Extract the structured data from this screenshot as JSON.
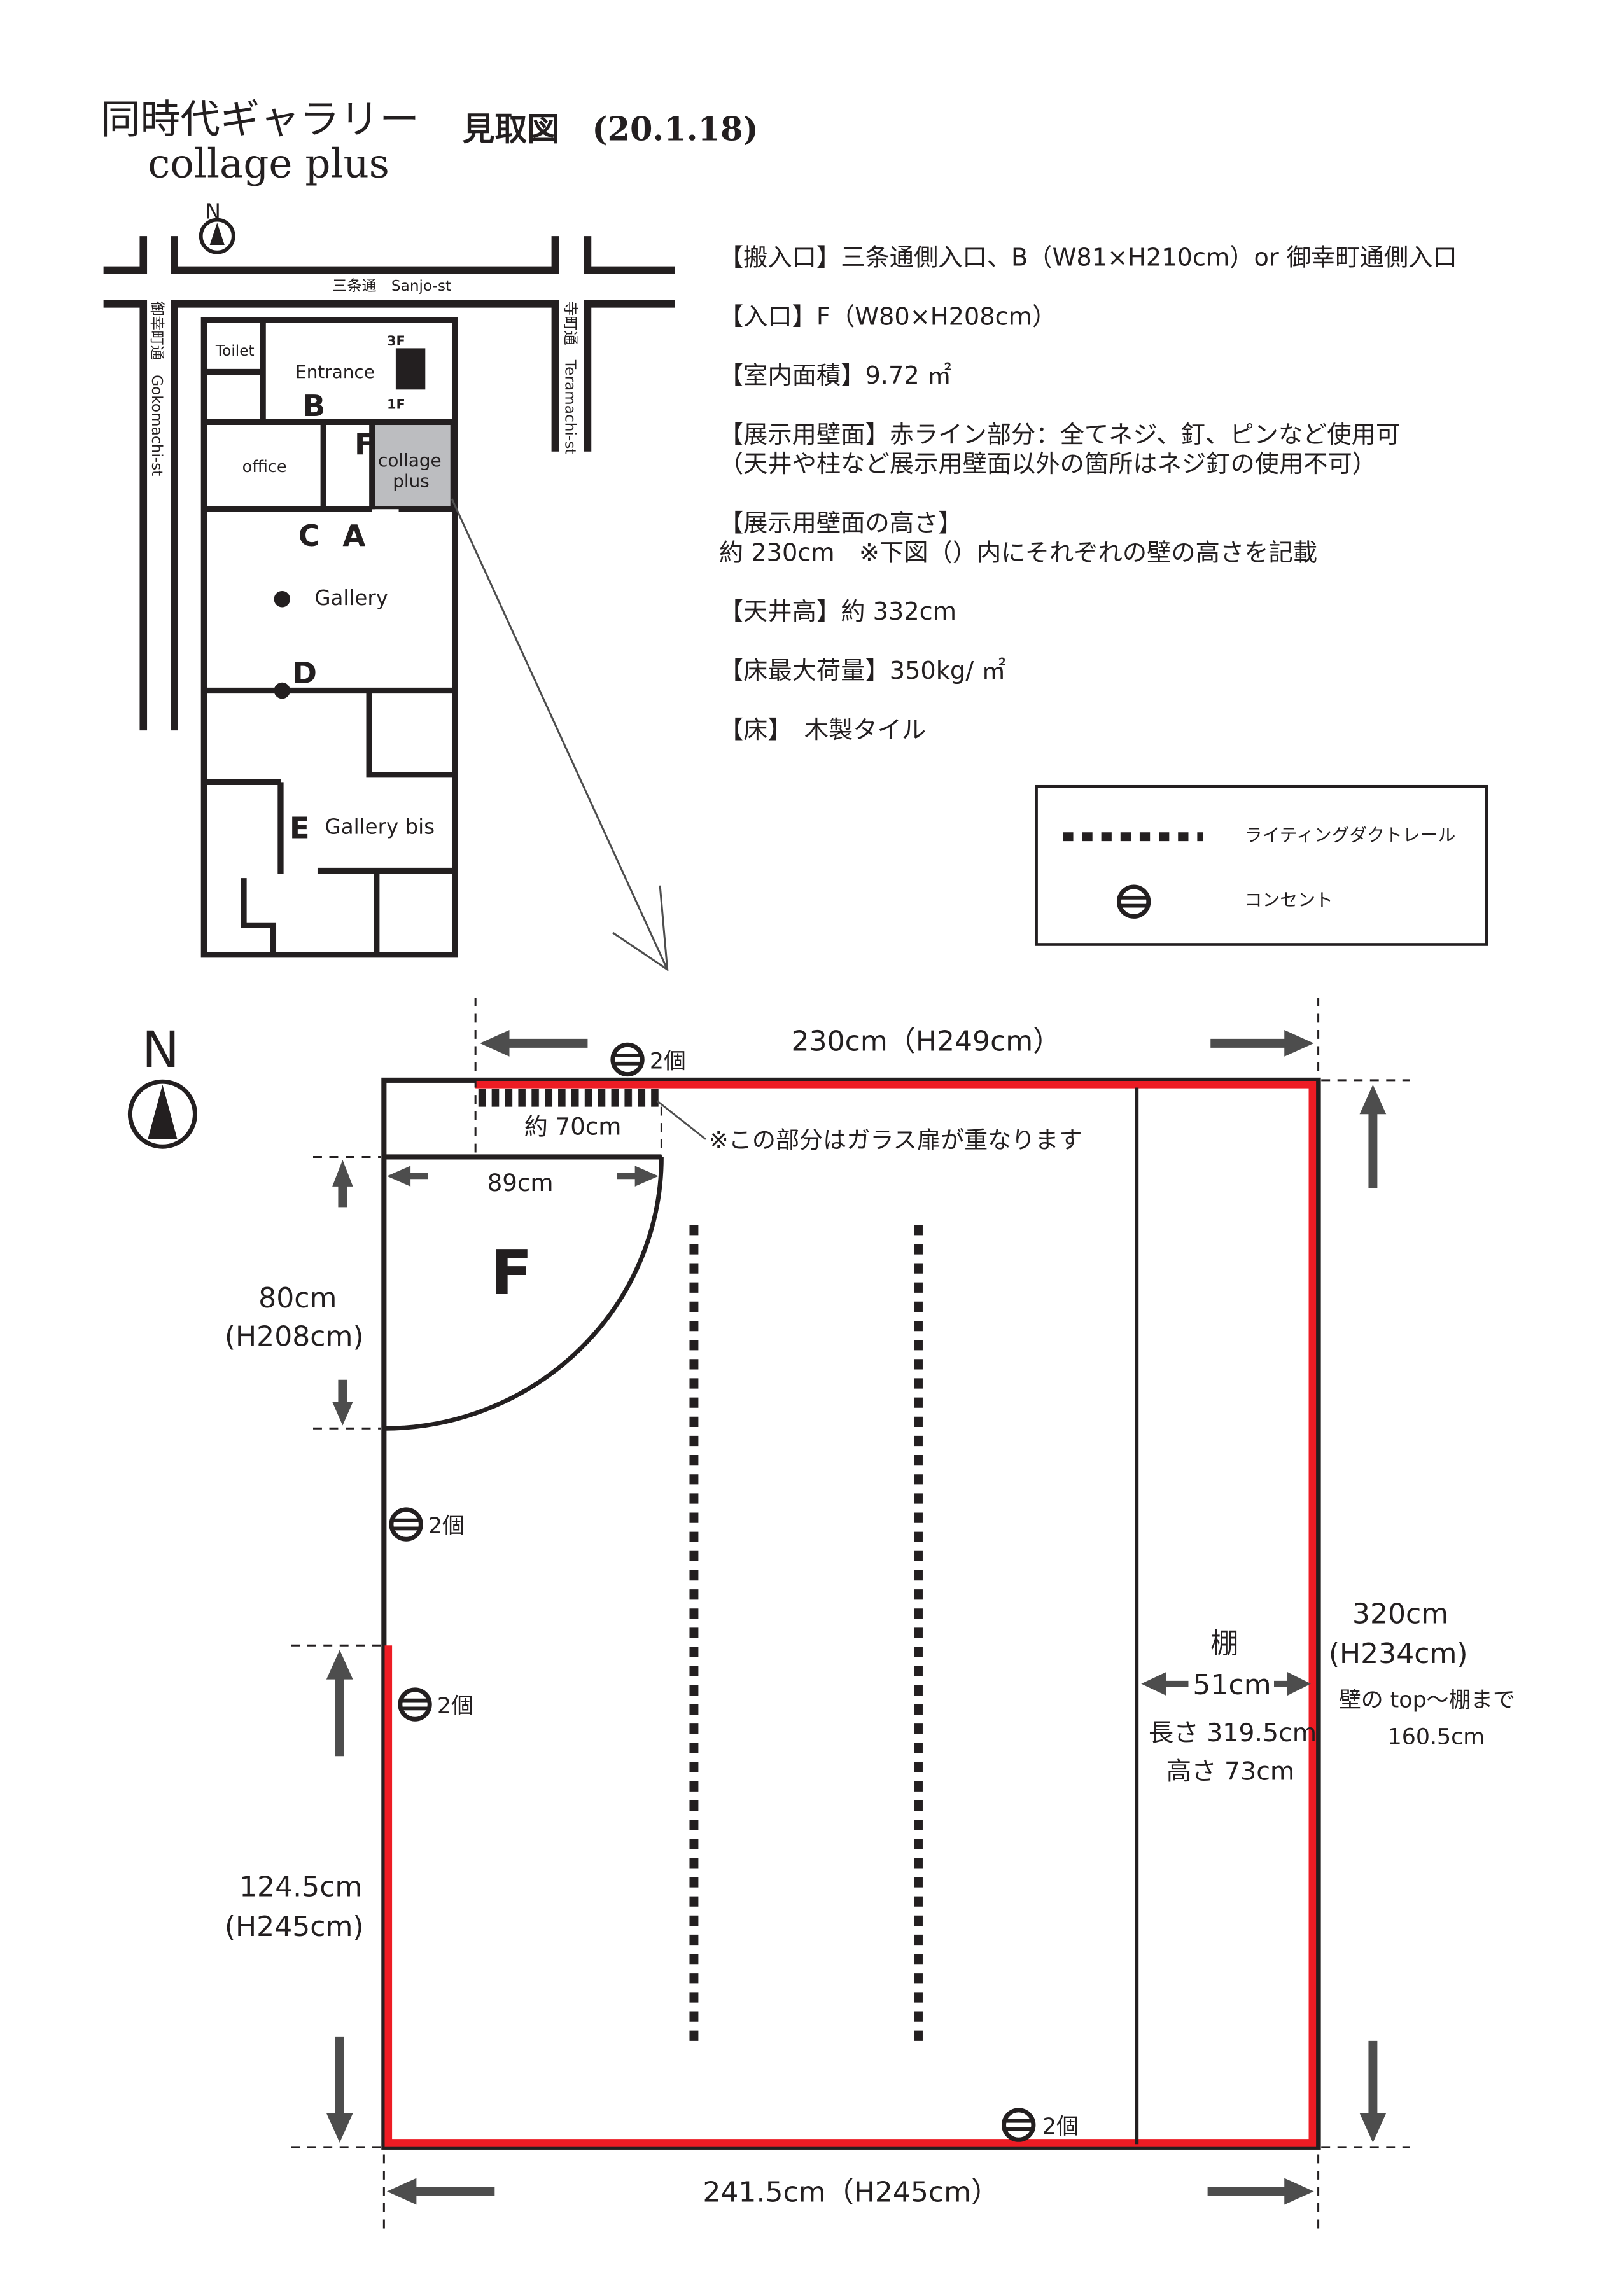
{
  "header": {
    "gallery_name": "同時代ギャラリー",
    "space_name": "collage plus",
    "doc_title": "見取図　(20.1.18)"
  },
  "site_map": {
    "north": "N",
    "street_top": "三条通　Sanjo-st",
    "street_left": "御幸町通　Gokomachi-st",
    "street_right": "寺町通　Teramachi-st",
    "rooms": {
      "toilet": "Toilet",
      "entrance": "Entrance",
      "office": "office",
      "collage_plus_1": "collage",
      "collage_plus_2": "plus",
      "gallery": "Gallery",
      "gallery_bis": "Gallery bis",
      "floor3": "3F",
      "floor1": "1F"
    },
    "doors": {
      "a": "A",
      "b": "B",
      "c": "C",
      "d": "D",
      "e": "E",
      "f": "F"
    }
  },
  "info": {
    "loading": "【搬入口】三条通側入口、B（W81×H210cm）or 御幸町通側入口",
    "entrance": "【入口】F（W80×H208cm）",
    "area": "【室内面積】9.72 ㎡",
    "wall_1": "【展示用壁面】赤ライン部分：全てネジ、釘、ピンなど使用可",
    "wall_2": "（天井や柱など展示用壁面以外の箇所はネジ釘の使用不可）",
    "wall_height_1": "【展示用壁面の高さ】",
    "wall_height_2": "約 230cm　※下図（）内にそれぞれの壁の高さを記載",
    "ceiling": "【天井高】約 332cm",
    "floor_load": "【床最大荷量】350kg/ ㎡",
    "floor": "【床】　木製タイル"
  },
  "legend": {
    "track": "ライティングダクトレール",
    "outlet": "コンセント"
  },
  "plan": {
    "north": "N",
    "top_dim": "230cm（H249cm）",
    "bottom_dim": "241.5cm（H245cm）",
    "right_dim_1": "320cm",
    "right_dim_2": "(H234cm)",
    "right_note_1": "壁の top〜棚まで",
    "right_note_2": "160.5cm",
    "door_label": "F",
    "door_width": "89cm",
    "door_height_1": "80cm",
    "door_height_2": "(H208cm)",
    "glass_width": "約 70cm",
    "glass_note": "※この部分はガラス扉が重なります",
    "left_dim_1": "124.5cm",
    "left_dim_2": "(H245cm)",
    "shelf_label": "棚",
    "shelf_width": "51cm",
    "shelf_length": "長さ 319.5cm",
    "shelf_height": "高さ 73cm",
    "outlet_count_top": "2個",
    "outlet_count_left1": "2個",
    "outlet_count_left2": "2個",
    "outlet_count_bottom": "2個",
    "colors": {
      "exhibit_wall": "#ed1c24",
      "wall": "#231f20"
    }
  }
}
